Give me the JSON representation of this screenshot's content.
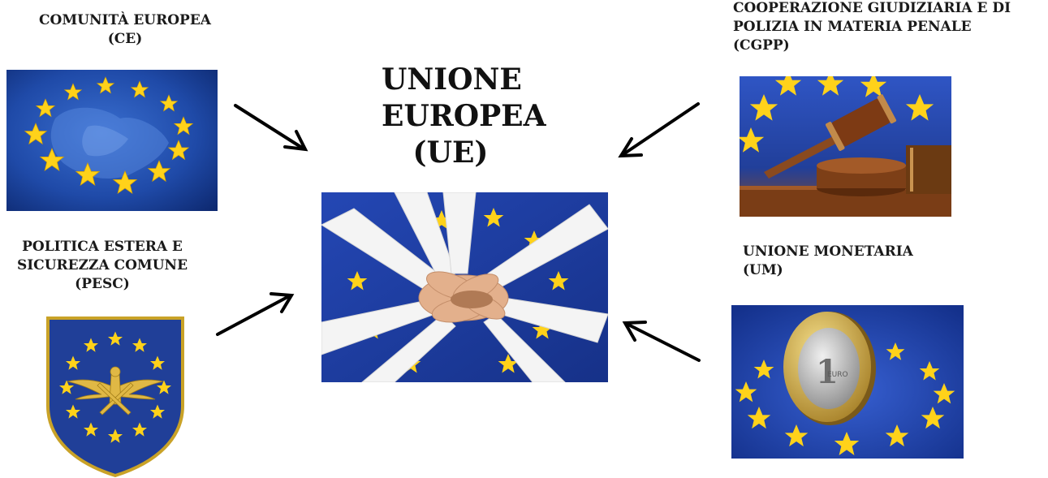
{
  "center": {
    "title_lines": [
      "UNIONE",
      "EUROPEA",
      "(UE)"
    ],
    "image": "joined-hands-over-eu-flag"
  },
  "ce": {
    "label_lines": [
      "COMUNITÀ EUROPEA",
      "(CE)"
    ],
    "image": "eu-stars-over-europe-map"
  },
  "cgpp": {
    "label_lines": [
      "COOPERAZIONE GIUDIZIARIA E DI",
      "POLIZIA IN MATERIA PENALE",
      "(CGPP)"
    ],
    "image": "judge-gavel-on-eu-flag"
  },
  "pesc": {
    "label_lines": [
      "POLITICA ESTERA E",
      "SICUREZZA COMUNE",
      "(PESC)"
    ],
    "image": "eu-military-coat-of-arms-shield"
  },
  "um": {
    "label_lines": [
      "UNIONE MONETARIA",
      "(UM)"
    ],
    "image": "one-euro-coin-on-eu-flag"
  },
  "colors": {
    "eu_blue": "#1f3f9e",
    "eu_gold": "#ffd21a",
    "text": "#1a1a1a"
  }
}
